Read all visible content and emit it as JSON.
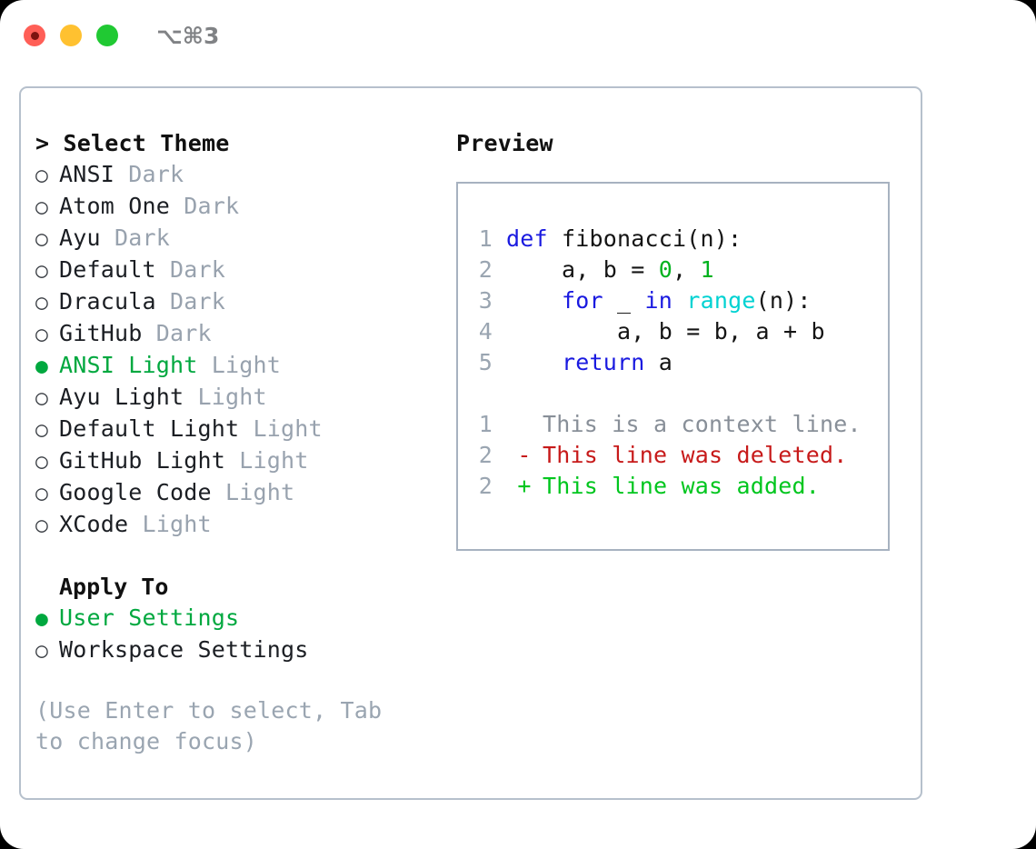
{
  "titlebar": {
    "shortcut": "⌥⌘3",
    "dots": [
      "close-dot",
      "minimize-dot",
      "maximize-dot"
    ]
  },
  "theme_picker": {
    "header": "> Select Theme",
    "items": [
      {
        "marker": "○",
        "name": "ANSI",
        "tag": " Dark",
        "selected": false
      },
      {
        "marker": "○",
        "name": "Atom One",
        "tag": " Dark",
        "selected": false
      },
      {
        "marker": "○",
        "name": "Ayu",
        "tag": " Dark",
        "selected": false
      },
      {
        "marker": "○",
        "name": "Default",
        "tag": " Dark",
        "selected": false
      },
      {
        "marker": "○",
        "name": "Dracula",
        "tag": " Dark",
        "selected": false
      },
      {
        "marker": "○",
        "name": "GitHub",
        "tag": " Dark",
        "selected": false
      },
      {
        "marker": "●",
        "name": "ANSI Light",
        "tag": " Light",
        "selected": true
      },
      {
        "marker": "○",
        "name": "Ayu Light",
        "tag": " Light",
        "selected": false
      },
      {
        "marker": "○",
        "name": "Default Light",
        "tag": " Light",
        "selected": false
      },
      {
        "marker": "○",
        "name": "GitHub Light",
        "tag": " Light",
        "selected": false
      },
      {
        "marker": "○",
        "name": "Google Code",
        "tag": " Light",
        "selected": false
      },
      {
        "marker": "○",
        "name": "XCode",
        "tag": " Light",
        "selected": false
      }
    ]
  },
  "apply_to": {
    "header": "Apply To",
    "items": [
      {
        "marker": "●",
        "name": "User Settings",
        "selected": true
      },
      {
        "marker": "○",
        "name": "Workspace Settings",
        "selected": false
      }
    ]
  },
  "hint": "(Use Enter to select, Tab to change focus)",
  "preview": {
    "header": "Preview",
    "code_lines": [
      {
        "number": "1",
        "tokens": [
          {
            "text": "def ",
            "kind": "kw"
          },
          {
            "text": "fibonacci(n):",
            "kind": "plain"
          }
        ]
      },
      {
        "number": "2",
        "tokens": [
          {
            "text": "    a, b = ",
            "kind": "plain"
          },
          {
            "text": "0",
            "kind": "num"
          },
          {
            "text": ", ",
            "kind": "plain"
          },
          {
            "text": "1",
            "kind": "num"
          }
        ]
      },
      {
        "number": "3",
        "tokens": [
          {
            "text": "    ",
            "kind": "plain"
          },
          {
            "text": "for",
            "kind": "kw"
          },
          {
            "text": " _ ",
            "kind": "plain"
          },
          {
            "text": "in",
            "kind": "kw"
          },
          {
            "text": " ",
            "kind": "plain"
          },
          {
            "text": "range",
            "kind": "fn"
          },
          {
            "text": "(n):",
            "kind": "plain"
          }
        ]
      },
      {
        "number": "4",
        "tokens": [
          {
            "text": "        a, b = b, a + b",
            "kind": "plain"
          }
        ]
      },
      {
        "number": "5",
        "tokens": [
          {
            "text": "    ",
            "kind": "plain"
          },
          {
            "text": "return",
            "kind": "kw"
          },
          {
            "text": " a",
            "kind": "plain"
          }
        ]
      }
    ],
    "diff_lines": [
      {
        "number": "1",
        "sign": " ",
        "text": "This is a context line.",
        "kind": "context"
      },
      {
        "number": "2",
        "sign": "-",
        "text": "This line was deleted.",
        "kind": "deleted"
      },
      {
        "number": "2",
        "sign": "+",
        "text": "This line was added.",
        "kind": "added"
      }
    ]
  },
  "colors": {
    "accent_green": "#00a83f",
    "muted": "#98a2ae",
    "keyword_blue": "#1a1ae0",
    "function_cyan": "#00d2d2",
    "number_green": "#00b21e",
    "diff_add": "#00c61e",
    "diff_del": "#c71a1a",
    "border": "#b6c0cc"
  }
}
